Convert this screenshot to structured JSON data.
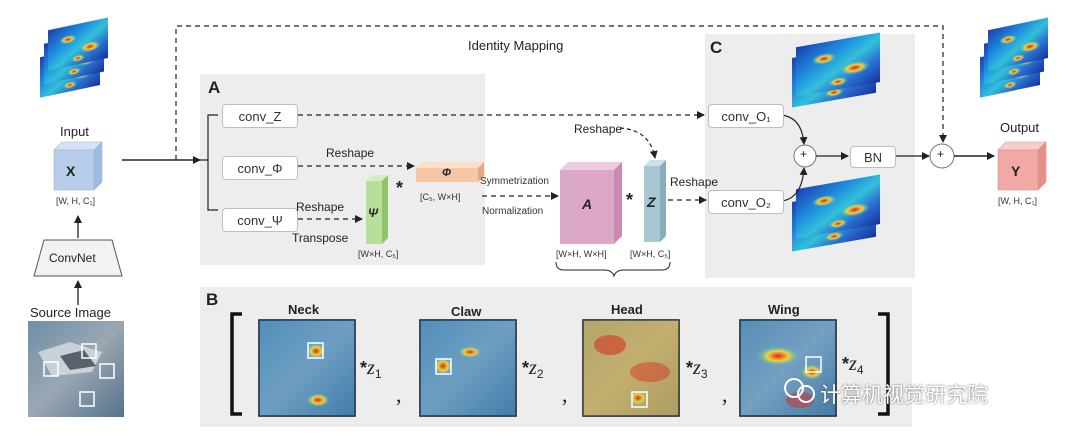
{
  "identity_mapping": "Identity Mapping",
  "sections": {
    "a": "A",
    "b": "B",
    "c": "C"
  },
  "input": {
    "label": "Input",
    "tensor": "X",
    "dims": "[W, H, C₁]"
  },
  "output": {
    "label": "Output",
    "tensor": "Y",
    "dims": "[W, H, C₁]"
  },
  "convnet": "ConvNet",
  "source_image": "Source Image",
  "convs": {
    "z": "conv_Z",
    "phi": "conv_Φ",
    "psi": "conv_Ψ",
    "o1": "conv_O₁",
    "o2": "conv_O₂"
  },
  "tensors": {
    "phi": {
      "symbol": "Φ",
      "dims": "[C₅, W×H]"
    },
    "psi": {
      "symbol": "Ψ",
      "dims": "[W×H, C₅]"
    },
    "a": {
      "symbol": "A",
      "dims": "[W×H, W×H]"
    },
    "z": {
      "symbol": "Z",
      "dims": "[W×H, C₅]"
    }
  },
  "ops": {
    "reshape": "Reshape",
    "transpose": "Transpose",
    "symmetrization": "Symmetrization",
    "normalization": "Normalization",
    "bn": "BN",
    "star": "*",
    "plus": "+"
  },
  "parts": [
    {
      "name": "Neck",
      "z": "z",
      "sub": "1"
    },
    {
      "name": "Claw",
      "z": "z",
      "sub": "2"
    },
    {
      "name": "Head",
      "z": "z",
      "sub": "3"
    },
    {
      "name": "Wing",
      "z": "z",
      "sub": "4"
    }
  ],
  "watermark": "计算机视觉研究院",
  "colors": {
    "x_cube": "#b7cde9",
    "y_cube": "#f2a9a6",
    "phi_block": "#f6c7a4",
    "psi_block": "#b9dd9a",
    "a_block": "#dba9c7",
    "z_block": "#a7c8d2",
    "panel_bg": "#ededed"
  }
}
